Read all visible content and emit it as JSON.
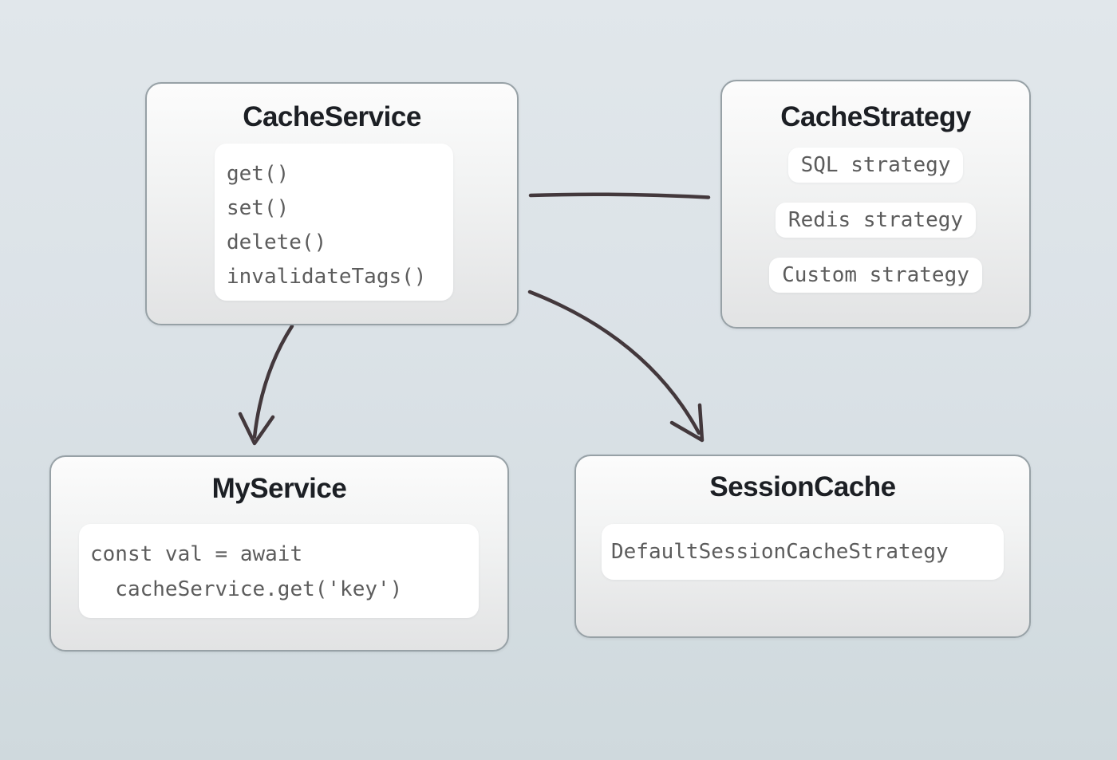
{
  "colors": {
    "background_top": "#e1e7eb",
    "background_bottom": "#cfd9dd",
    "node_border": "#97a1a6",
    "node_fill_top": "#fcfcfc",
    "node_fill_bottom": "#e2e3e4",
    "inner_fill": "#ffffff",
    "title_color": "#1c1f24",
    "code_color": "#5c5c5c",
    "arrow_color": "#43383c"
  },
  "nodes": {
    "cache_service": {
      "title": "CacheService",
      "methods": [
        "get()",
        "set()",
        "delete()",
        "invalidateTags()"
      ]
    },
    "cache_strategy": {
      "title": "CacheStrategy",
      "strategies": [
        "SQL strategy",
        "Redis strategy",
        "Custom strategy"
      ]
    },
    "my_service": {
      "title": "MyService",
      "code": [
        "const val = await",
        "cacheService.get('key')"
      ]
    },
    "session_cache": {
      "title": "SessionCache",
      "strategy": "DefaultSessionCacheStrategy"
    }
  },
  "edges": [
    {
      "from": "CacheService",
      "to": "CacheStrategy",
      "style": "plain-line"
    },
    {
      "from": "CacheService",
      "to": "MyService",
      "style": "curved-arrow"
    },
    {
      "from": "CacheService",
      "to": "SessionCache",
      "style": "curved-arrow"
    }
  ]
}
